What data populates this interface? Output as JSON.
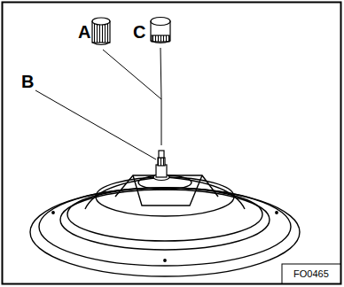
{
  "diagram": {
    "labels": [
      "A",
      "C",
      "B",
      "FO0465"
    ]
  }
}
